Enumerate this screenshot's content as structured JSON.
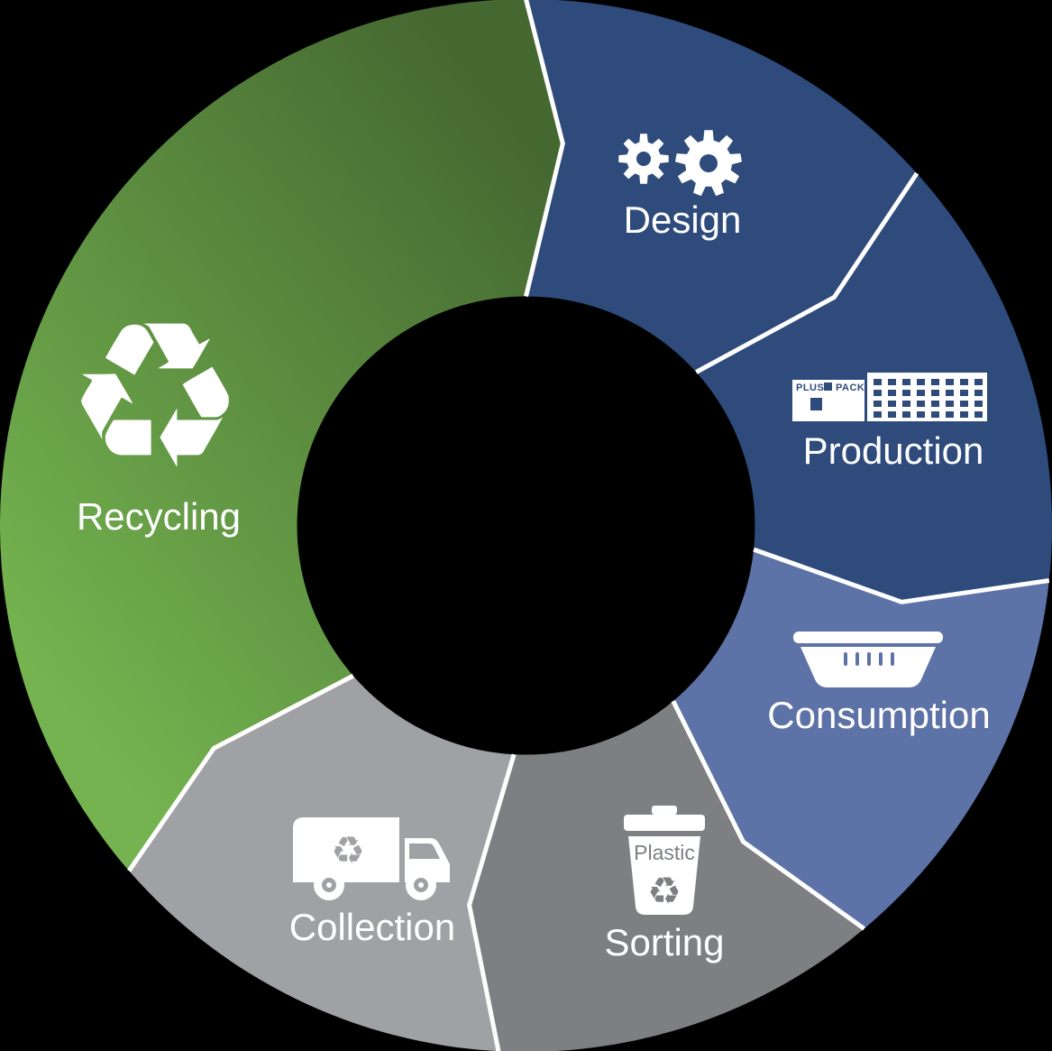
{
  "background": "#000000",
  "diagram": {
    "type": "cycle-diagram",
    "direction": "clockwise",
    "separator_color": "#ffffff",
    "center_hole_color": "#000000",
    "recycle_symbol": "♻",
    "segments": [
      {
        "id": "design",
        "label": "Design",
        "color": "#2e4b7c",
        "start_angle": 0,
        "end_angle": 48,
        "icon": "gears-icon"
      },
      {
        "id": "production",
        "label": "Production",
        "color": "#2e4b7c",
        "start_angle": 48,
        "end_angle": 96,
        "icon": "factory-icon",
        "icon_text": {
          "left": "PLUS",
          "right": "PACK"
        }
      },
      {
        "id": "consumption",
        "label": "Consumption",
        "color": "#5d72a6",
        "start_angle": 96,
        "end_angle": 140,
        "icon": "basket-icon"
      },
      {
        "id": "sorting",
        "label": "Sorting",
        "color": "#7d7f82",
        "start_angle": 140,
        "end_angle": 183,
        "icon": "trash-bin-icon",
        "icon_text": "Plastic"
      },
      {
        "id": "collection",
        "label": "Collection",
        "color": "#9fa1a4",
        "start_angle": 183,
        "end_angle": 229,
        "icon": "garbage-truck-icon"
      },
      {
        "id": "recycling",
        "label": "Recycling",
        "color_gradient": [
          "#456831",
          "#74b34f"
        ],
        "start_angle": 229,
        "end_angle": 360,
        "icon": "recycle-icon"
      }
    ]
  }
}
